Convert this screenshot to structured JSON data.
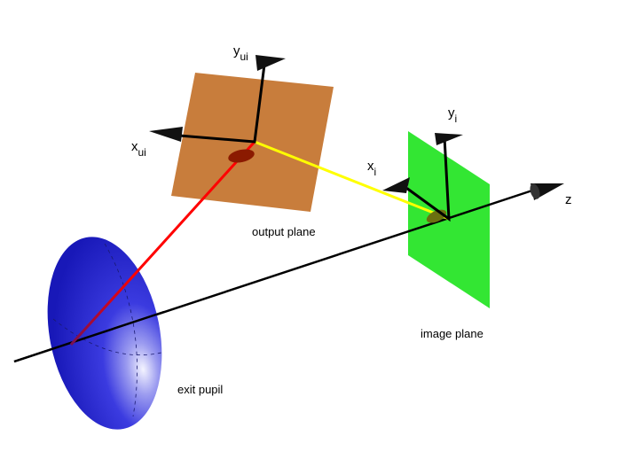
{
  "labels": {
    "output_plane": "output plane",
    "image_plane": "image plane",
    "exit_pupil": "exit pupil",
    "z_axis": "z",
    "x_ui": {
      "base": "x",
      "sub": "ui"
    },
    "y_ui": {
      "base": "y",
      "sub": "ui"
    },
    "x_i": {
      "base": "x",
      "sub": "i"
    },
    "y_i": {
      "base": "y",
      "sub": "i"
    }
  },
  "colors": {
    "optical_axis": "#000000",
    "chief_ray_to_output": "#ff0000",
    "ray_to_image": "#ffff00",
    "output_plane": "#c87d3c",
    "image_plane": "#33e633",
    "exit_pupil": "#2a2ad0",
    "exit_pupil_highlight": "#e8e8ff",
    "axis_vectors": "#000000"
  },
  "icons": {
    "arrowhead": "cone-arrowhead-icon"
  }
}
